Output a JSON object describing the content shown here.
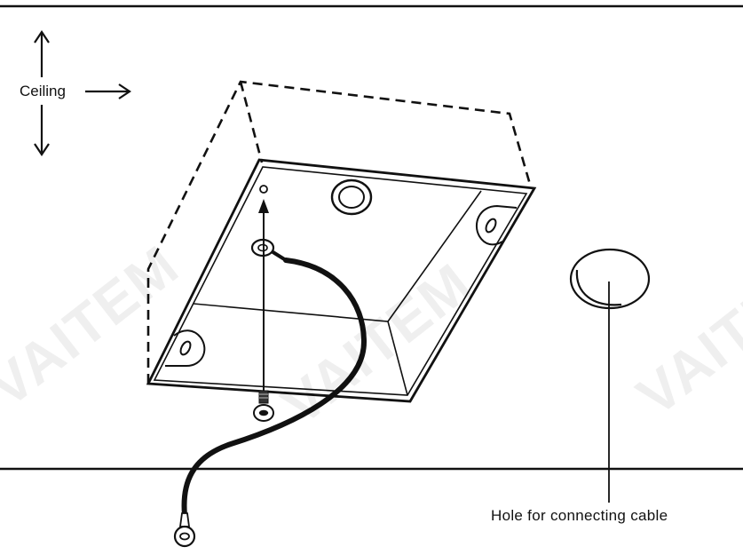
{
  "labels": {
    "ceiling": "Ceiling",
    "hole": "Hole for connecting cable"
  },
  "watermark": "VAITEM",
  "colors": {
    "line": "#111111",
    "background": "#ffffff"
  }
}
